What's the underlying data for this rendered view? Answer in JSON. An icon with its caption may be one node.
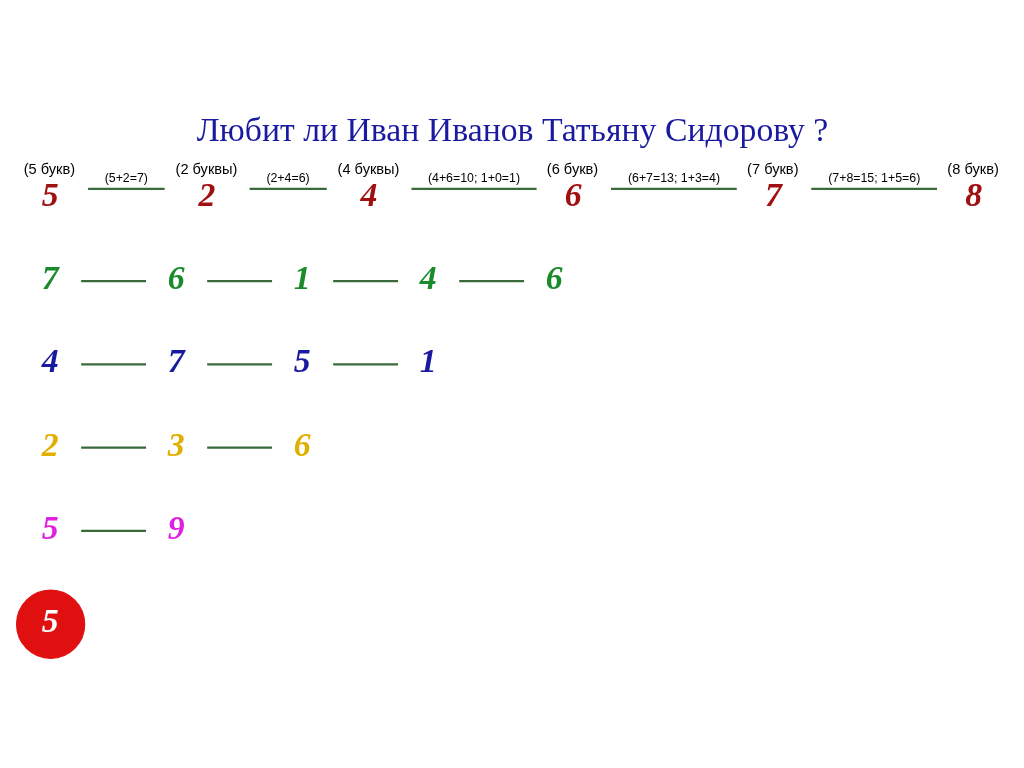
{
  "diagram": {
    "title": "Любит ли Иван Иванов Татьяну Сидорову ?",
    "nodes": [
      {
        "text": [
          "5"
        ],
        "beside": [
          "(5 букв)"
        ]
      },
      {
        "text": [
          "2"
        ],
        "beside": [
          "(2 буквы)"
        ]
      },
      {
        "text": [
          "4"
        ],
        "beside": [
          "(4 буквы)"
        ]
      },
      {
        "text": [
          "6"
        ],
        "beside": [
          "(6 букв)"
        ]
      },
      {
        "text": [
          "7"
        ],
        "beside": [
          "(7 букв)"
        ]
      },
      {
        "text": [
          "8"
        ],
        "beside": [
          "(8 букв)"
        ]
      },
      {
        "text": [
          "7"
        ]
      },
      {
        "text": [
          "6"
        ]
      },
      {
        "text": [
          "1"
        ]
      },
      {
        "text": [
          "4"
        ]
      },
      {
        "text": [
          "6"
        ]
      },
      {
        "text": [
          "4"
        ]
      },
      {
        "text": [
          "7"
        ]
      },
      {
        "text": [
          "5"
        ]
      },
      {
        "text": [
          "1"
        ]
      },
      {
        "text": [
          "2"
        ]
      },
      {
        "text": [
          "3"
        ]
      },
      {
        "text": [
          "6"
        ]
      },
      {
        "text": [
          "5"
        ]
      },
      {
        "text": [
          "9"
        ]
      },
      {
        "text": [
          "5"
        ]
      }
    ],
    "edges": [
      {
        "from": 0,
        "to": 1,
        "arrow": "none",
        "label": "(5+2=7)"
      },
      {
        "from": 1,
        "to": 2,
        "arrow": "none",
        "label": "(2+4=6)"
      },
      {
        "from": 2,
        "to": 3,
        "arrow": "none",
        "label": "(4+6=10; 1+0=1)"
      },
      {
        "from": 3,
        "to": 4,
        "arrow": "none",
        "label": "(6+7=13; 1+3=4)"
      },
      {
        "from": 4,
        "to": 5,
        "arrow": "none",
        "label": "(7+8=15; 1+5=6)"
      },
      {
        "from": 6,
        "to": 7,
        "arrow": "none"
      },
      {
        "from": 7,
        "to": 8,
        "arrow": "none"
      },
      {
        "from": 8,
        "to": 9,
        "arrow": "none"
      },
      {
        "from": 9,
        "to": 10,
        "arrow": "none"
      },
      {
        "from": 11,
        "to": 12,
        "arrow": "none"
      },
      {
        "from": 12,
        "to": 13,
        "arrow": "none"
      },
      {
        "from": 13,
        "to": 14,
        "arrow": "none"
      },
      {
        "from": 15,
        "to": 16,
        "arrow": "none"
      },
      {
        "from": 16,
        "to": 17,
        "arrow": "none"
      },
      {
        "from": 18,
        "to": 19,
        "arrow": "none"
      }
    ]
  }
}
